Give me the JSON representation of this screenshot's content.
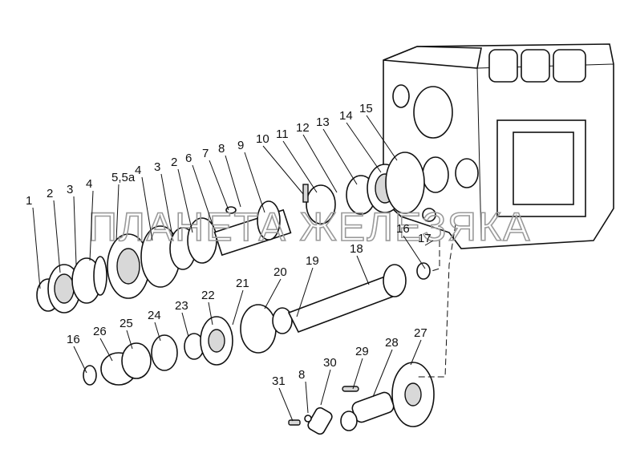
{
  "diagram": {
    "watermark": "ПЛАНЕТА ЖЕЛЕЗЯКА",
    "labels": [
      "1",
      "2",
      "3",
      "4",
      "5,5a",
      "4",
      "3",
      "2",
      "6",
      "7",
      "8",
      "9",
      "10",
      "11",
      "12",
      "13",
      "14",
      "15",
      "16",
      "17",
      "18",
      "19",
      "20",
      "21",
      "22",
      "23",
      "24",
      "25",
      "26",
      "16",
      "27",
      "28",
      "29",
      "30",
      "31",
      "8"
    ]
  }
}
